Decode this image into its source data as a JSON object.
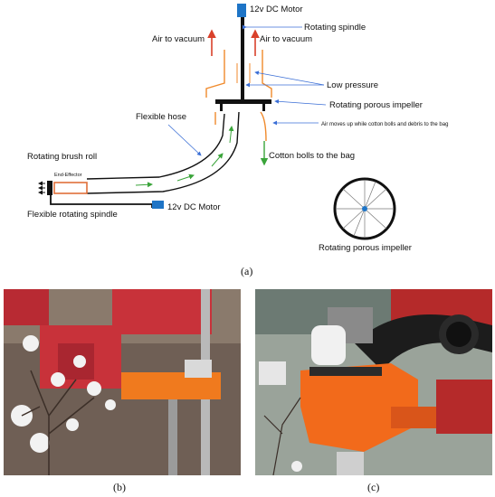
{
  "diagram": {
    "labels": {
      "motor_top": "12v DC Motor",
      "rotating_spindle": "Rotating spindle",
      "air_to_vacuum_left": "Air to vacuum",
      "air_to_vacuum_right": "Air to vacuum",
      "low_pressure": "Low pressure",
      "rotating_porous_impeller": "Rotating porous impeller",
      "flexible_hose": "Flexible hose",
      "air_moves_up": "Air moves up while cotton bolls and debris to the bag",
      "rotating_brush_roll": "Rotating brush roll",
      "end_effector": "End-Effector",
      "cotton_bolls_to_bag": "Cotton bolls to the bag",
      "flexible_rotating_spindle": "Flexible rotating spindle",
      "motor_bottom": "12v DC Motor",
      "impeller_caption": "Rotating porous impeller"
    },
    "colors": {
      "motor_blue": "#1e74c6",
      "air_red": "#d9412b",
      "impeller_orange": "#f08a2c",
      "arrow_blue": "#3b6fd6",
      "arrow_green": "#3aa43a",
      "brush_orange": "#e0703a"
    }
  },
  "captions": {
    "a": "(a)",
    "b": "(b)",
    "c": "(c)"
  },
  "photos": {
    "b": {
      "colors": {
        "arm_red": "#c8323a",
        "effector_orange": "#f07a1e",
        "background": "#7c6a5e",
        "cotton": "#f2f2f2"
      }
    },
    "c": {
      "colors": {
        "housing_orange": "#f26a1b",
        "background": "#a7b0a5",
        "hose": "#1c1c1c",
        "frame_red": "#b52a2a"
      }
    }
  }
}
